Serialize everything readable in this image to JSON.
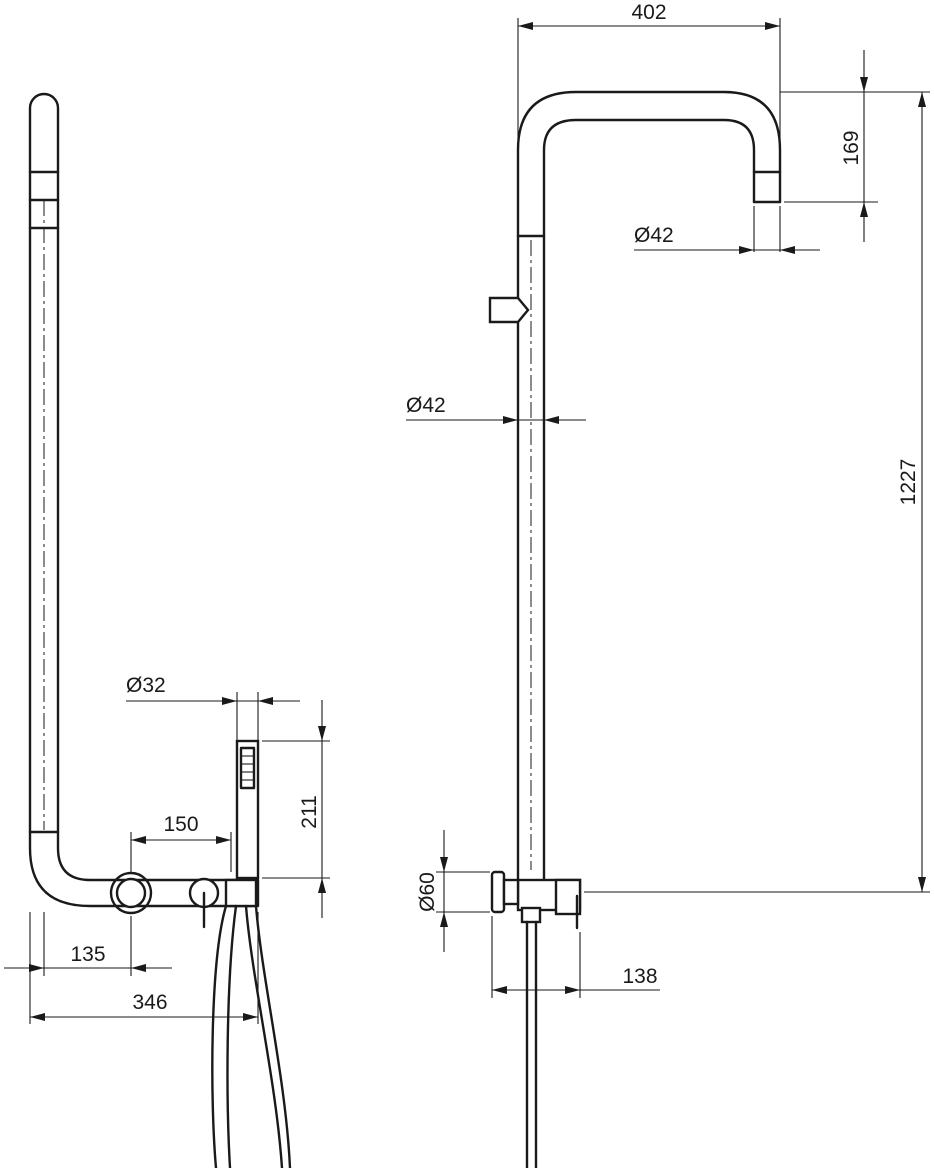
{
  "dimensions": {
    "left_hand_shower_diameter": "Ø32",
    "left_hand_shower_height": "211",
    "left_valve_spacing": "150",
    "left_pipe_to_valve": "135",
    "left_overall_width": "346",
    "right_arm_reach": "402",
    "right_head_drop": "169",
    "right_head_diameter": "Ø42",
    "right_pipe_diameter": "Ø42",
    "right_overall_height": "1227",
    "right_mixer_diameter": "Ø60",
    "right_mixer_width": "138"
  },
  "colors": {
    "line": "#1a1a1a",
    "background": "#ffffff"
  }
}
